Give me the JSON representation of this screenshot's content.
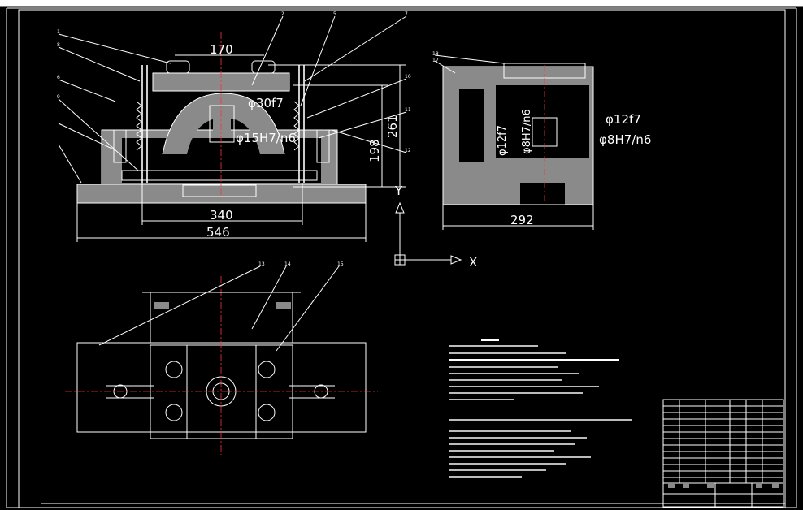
{
  "drawing": {
    "front_view": {
      "dims": {
        "width_top": "170",
        "width_mid": "340",
        "width_total": "546",
        "h1": "198",
        "h2": "261"
      },
      "fits": {
        "fit_a": "φ30f7",
        "fit_b": "φ15H7/n6"
      },
      "balloons": [
        "1",
        "8",
        "2",
        "5",
        "7",
        "6",
        "9",
        "10",
        "11",
        "12"
      ]
    },
    "side_view": {
      "dims": {
        "width": "292"
      },
      "fits": {
        "fit_a": "φ12f7",
        "fit_b": "φ8H7/n6",
        "fit_c": "φ8H7/n6",
        "fit_d": "φ12f7"
      },
      "balloons": [
        "18",
        "17"
      ]
    },
    "top_view": {
      "balloons": [
        "13",
        "14",
        "15"
      ]
    },
    "ucs": {
      "x_label": "X",
      "y_label": "Y"
    }
  },
  "colors": {
    "background": "#000000",
    "lines": "#ffffff",
    "hatch": "#8a8a8a"
  }
}
